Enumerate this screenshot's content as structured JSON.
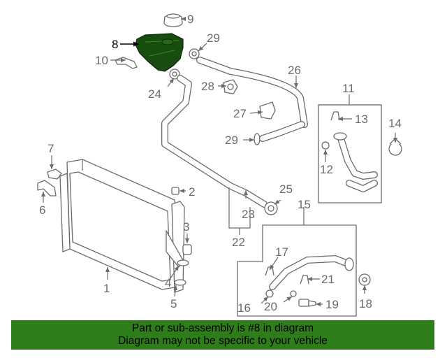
{
  "callouts": {
    "c1": "1",
    "c2": "2",
    "c3": "3",
    "c4": "4",
    "c5": "5",
    "c6": "6",
    "c7": "7",
    "c8": "8",
    "c9": "9",
    "c10": "10",
    "c11": "11",
    "c12": "12",
    "c13": "13",
    "c14": "14",
    "c15": "15",
    "c16": "16",
    "c17": "17",
    "c18": "18",
    "c19": "19",
    "c20": "20",
    "c21": "21",
    "c22": "22",
    "c23": "23",
    "c24": "24",
    "c25": "25",
    "c26": "26",
    "c27": "27",
    "c28": "28",
    "c29a": "29",
    "c29b": "29"
  },
  "highlighted_part": "8",
  "colors": {
    "banner": "#2f7d1a",
    "highlight_part": "#174d0f",
    "line_art": "#6b6b6b"
  },
  "banner": {
    "line1": "Part or sub-assembly is #8 in diagram",
    "line2": "Diagram may not be specific to your vehicle"
  }
}
